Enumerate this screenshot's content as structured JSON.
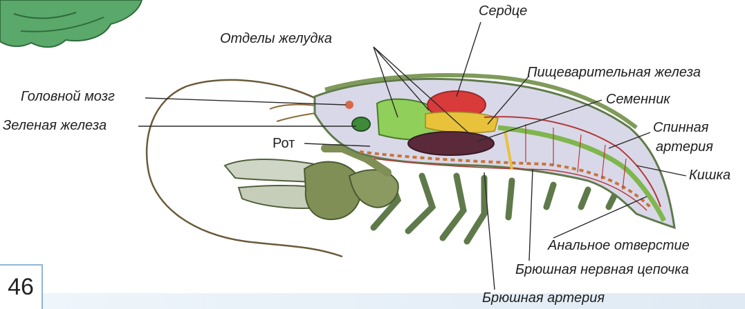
{
  "labels": {
    "heart": "Сердце",
    "stomach": "Отделы желудка",
    "digestive_gland": "Пищеварительная железа",
    "brain": "Головной мозг",
    "testis": "Семенник",
    "green_gland": "Зеленая железа",
    "dorsal_artery_1": "Спинная",
    "dorsal_artery_2": "артерия",
    "mouth": "Рот",
    "intestine": "Кишка",
    "anus": "Анальное отверстие",
    "nerve_cord": "Брюшная нервная цепочка",
    "ventral_artery": "Брюшная артерия"
  },
  "page_number": "46",
  "colors": {
    "line": "#2a2a2a",
    "shell": "#d7d6e6",
    "shell_edge": "#5f7a4a",
    "heart": "#d93a3a",
    "stomach": "#8fcf5a",
    "digestive_gland": "#e8c23a",
    "testis": "#5a2a3a",
    "intestine": "#7fb64d",
    "nerve_cord": "#c8733a",
    "artery": "#b23a3a",
    "claw": "#7f8f55"
  }
}
